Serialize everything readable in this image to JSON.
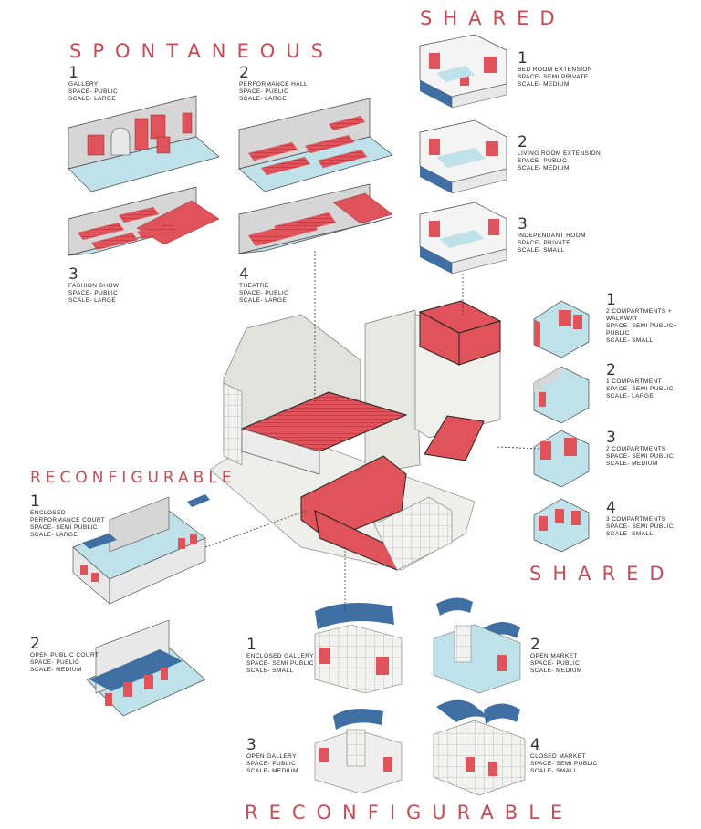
{
  "headings": {
    "spontaneous": "SPONTANEOUS",
    "shared_top": "SHARED",
    "shared_right": "SHARED",
    "reconfigurable_left": "RECONFIGURABLE",
    "reconfigurable_bottom": "RECONFIGURABLE"
  },
  "spontaneous": [
    {
      "num": "1",
      "name": "GALLERY",
      "space": "SPACE- PUBLIC",
      "scale": "SCALE- LARGE"
    },
    {
      "num": "2",
      "name": "PERFORMANCE HALL",
      "space": "SPACE- PUBLIC",
      "scale": "SCALE- LARGE"
    },
    {
      "num": "3",
      "name": "FASHION SHOW",
      "space": "SPACE- PUBLIC",
      "scale": "SCALE- LARGE"
    },
    {
      "num": "4",
      "name": "THEATRE",
      "space": "SPACE- PUBLIC",
      "scale": "SCALE- LARGE"
    }
  ],
  "shared_top": [
    {
      "num": "1",
      "name": "BED ROOM EXTENSION",
      "space": "SPACE- SEMI PRIVATE",
      "scale": "SCALE- MEDIUM"
    },
    {
      "num": "2",
      "name": "LIVING ROOM EXTENSION",
      "space": "SPACE- PUBLIC",
      "scale": "SCALE- MEDIUM"
    },
    {
      "num": "3",
      "name": "INDEPENDANT ROOM",
      "space": "SPACE- PRIVATE",
      "scale": "SCALE- SMALL"
    }
  ],
  "shared_right": [
    {
      "num": "1",
      "name": "2 COMPARTMENTS +",
      "name2": "WALKWAY",
      "space": "SPACE- SEMI PUBLIC+",
      "space2": "PUBLIC",
      "scale": "SCALE- SMALL"
    },
    {
      "num": "2",
      "name": "1 COMPARTMENT",
      "space": "SPACE- SEMI PUBLIC",
      "scale": "SCALE- LARGE"
    },
    {
      "num": "3",
      "name": "2 COMPARTMENTS",
      "space": "SPACE- SEMI PUBLIC",
      "scale": "SCALE- MEDIUM"
    },
    {
      "num": "4",
      "name": "3 COMPARTMENTS",
      "space": "SPACE- SEMI PUBLIC",
      "scale": "SCALE- SMALL"
    }
  ],
  "reconfigurable_left": [
    {
      "num": "1",
      "name": "ENCLOSED",
      "name2": "PERFORMANCE COURT",
      "space": "SPACE- SEMI PUBLIC",
      "scale": "SCALE- LARGE"
    },
    {
      "num": "2",
      "name": "OPEN PUBLIC COURT",
      "space": "SPACE- PUBLIC",
      "scale": "SCALE- MEDIUM"
    }
  ],
  "reconfigurable_bottom": [
    {
      "num": "1",
      "name": "ENCLOSED GALLERY",
      "space": "SPACE- SEMI PUBLIC",
      "scale": "SCALE- SMALL"
    },
    {
      "num": "2",
      "name": "OPEN MARKET",
      "space": "SPACE- PUBLIC",
      "scale": "SCALE- MEDIUM"
    },
    {
      "num": "3",
      "name": "OPEN GALLERY",
      "space": "SPACE- PUBLIC",
      "scale": "SCALE- MEDIUM"
    },
    {
      "num": "4",
      "name": "CLOSED MARKET",
      "space": "SPACE- SEMI PUBLIC",
      "scale": "SCALE- SMALL"
    }
  ],
  "colors": {
    "accent": "#c94b53",
    "red_fill": "#e0535b",
    "floor_blue": "#bfe2ea",
    "roof_blue": "#3f6fa3",
    "wall_grey": "#dcdcdc"
  }
}
